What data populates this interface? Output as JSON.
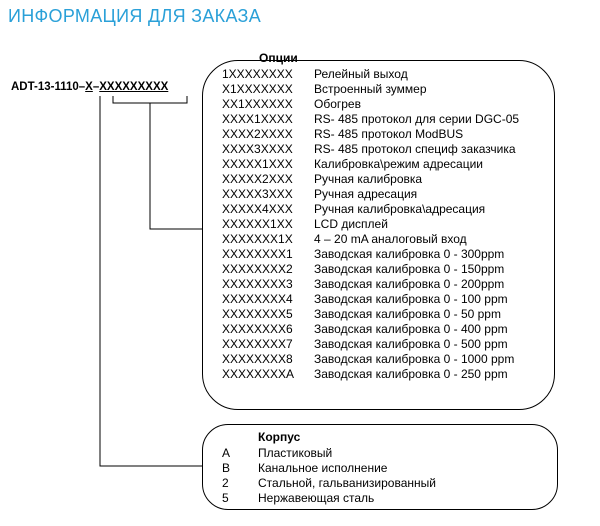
{
  "title": "ИНФОРМАЦИЯ ДЛЯ ЗАКАЗА",
  "code": {
    "prefix": "ADT-13-1110–",
    "housing": "X",
    "sep": "–",
    "options": "XXXXXXXXX"
  },
  "options": {
    "heading": "Опции",
    "items": [
      {
        "code": "1XXXXXXXX",
        "desc": "Релейный выход"
      },
      {
        "code": "X1XXXXXXX",
        "desc": "Встроенный зуммер"
      },
      {
        "code": "XX1XXXXXX",
        "desc": "Обогрев"
      },
      {
        "code": "XXXX1XXXX",
        "desc": "RS- 485 протокол для серии DGC-05"
      },
      {
        "code": "XXXX2XXXX",
        "desc": "RS- 485 протокол ModBUS"
      },
      {
        "code": "XXXX3XXXX",
        "desc": "RS- 485 протокол специф заказчика"
      },
      {
        "code": "XXXXX1XXX",
        "desc": "Калибровка\\режим адресации"
      },
      {
        "code": "XXXXX2XXX",
        "desc": "Ручная калибровка"
      },
      {
        "code": "XXXXX3XXX",
        "desc": "Ручная адресация"
      },
      {
        "code": "XXXXX4XXX",
        "desc": "Ручная калибровка\\адресация"
      },
      {
        "code": "XXXXXX1XX",
        "desc": "LCD дисплей"
      },
      {
        "code": "XXXXXXX1X",
        "desc": "4 – 20 mA аналоговый вход"
      },
      {
        "code": "XXXXXXXX1",
        "desc": "Заводская калибровка 0 - 300ppm"
      },
      {
        "code": "XXXXXXXX2",
        "desc": "Заводская калибровка 0 - 150ppm"
      },
      {
        "code": "XXXXXXXX3",
        "desc": "Заводская калибровка 0 - 200ppm"
      },
      {
        "code": "XXXXXXXX4",
        "desc": "Заводская калибровка 0 - 100 ppm"
      },
      {
        "code": "XXXXXXXX5",
        "desc": "Заводская калибровка 0 - 50 ppm"
      },
      {
        "code": "XXXXXXXX6",
        "desc": "Заводская калибровка 0 - 400 ppm"
      },
      {
        "code": "XXXXXXXX7",
        "desc": "Заводская калибровка 0 - 500 ppm"
      },
      {
        "code": "XXXXXXXX8",
        "desc": "Заводская калибровка 0 - 1000 ppm"
      },
      {
        "code": "XXXXXXXXA",
        "desc": "Заводская калибровка 0 - 250 ppm"
      }
    ]
  },
  "housing": {
    "heading": "Корпус",
    "items": [
      {
        "code": "A",
        "desc": "Пластиковый"
      },
      {
        "code": "B",
        "desc": "Канальное исполнение"
      },
      {
        "code": "2",
        "desc": "Стальной, гальванизированный"
      },
      {
        "code": "5",
        "desc": "Нержавеющая сталь"
      }
    ]
  },
  "colors": {
    "title": "#2aa0d8",
    "line": "#000000"
  }
}
